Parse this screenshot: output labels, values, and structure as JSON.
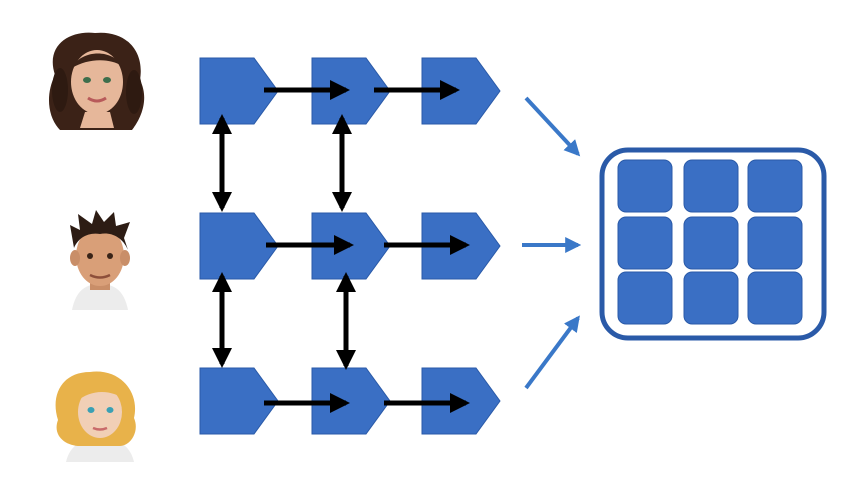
{
  "diagram": {
    "rows": [
      {
        "avatar": "avatar-woman-dark-curly-hair",
        "steps": 3
      },
      {
        "avatar": "avatar-man-dark-spiky-hair",
        "steps": 3
      },
      {
        "avatar": "avatar-woman-blonde-hair",
        "steps": 3
      }
    ],
    "result_grid": {
      "rows": 3,
      "cols": 3
    },
    "colors": {
      "shape_fill": "#3a6fc4",
      "shape_stroke": "#2a5aa8",
      "arrow": "#000000",
      "merge_arrow": "#3a78c8",
      "panel_border": "#2a5aa8"
    }
  }
}
